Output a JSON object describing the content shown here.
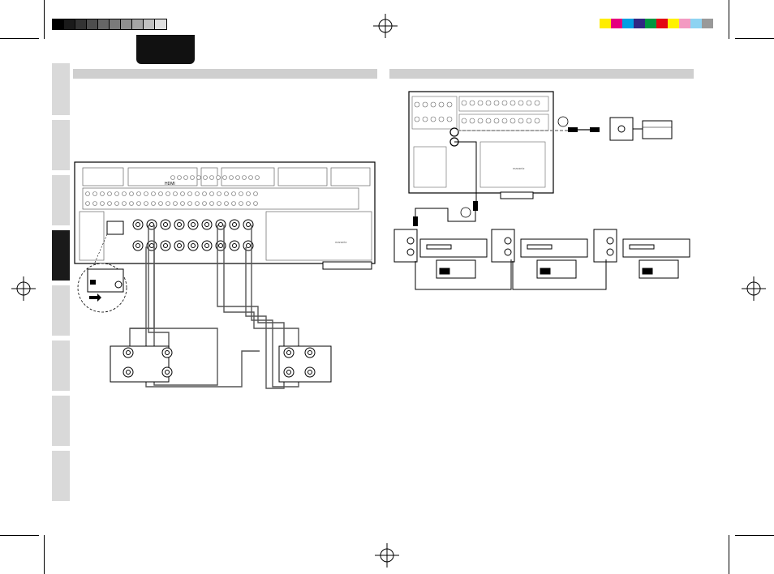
{
  "colors": {
    "grays": [
      "#000000",
      "#1a1a1a",
      "#333333",
      "#4d4d4d",
      "#666666",
      "#7a7a7a",
      "#8f8f8f",
      "#a6a6a6",
      "#c2c2c2",
      "#e0e0e0"
    ],
    "process": [
      "#ffed00",
      "#e5007e",
      "#009fe3",
      "#312783",
      "#009640",
      "#e30613",
      "#fff200",
      "#f39ac2",
      "#8dd3f2",
      "#999999"
    ],
    "section_bar": "#cfcfcf",
    "side_tab": "#d9d9d9",
    "active_tab": "#1a1a1a"
  },
  "labels": {
    "hdmi": "HDMI",
    "brand_left": "marantz",
    "brand_right": "marantz"
  },
  "icons": {
    "registration": "registration-mark-icon",
    "arrow": "arrow-right-icon",
    "speaker": "speaker-terminal-icon"
  }
}
